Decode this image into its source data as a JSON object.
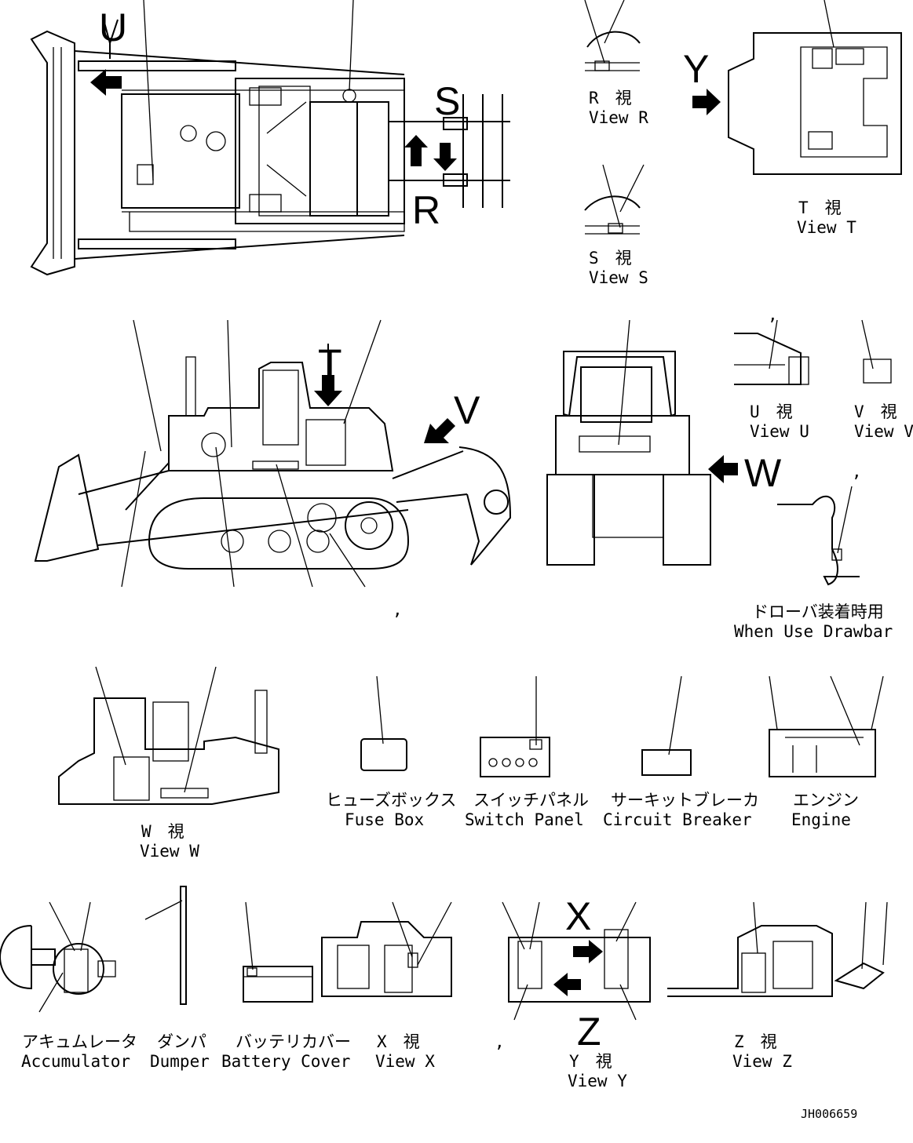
{
  "view_letters": {
    "u": "U",
    "s": "S",
    "r": "R",
    "y": "Y",
    "t": "T",
    "v": "V",
    "w": "W",
    "x": "X",
    "z": "Z"
  },
  "views": {
    "r": {
      "jp": "R　視",
      "en": "View R"
    },
    "t": {
      "jp": "T　視",
      "en": "View T"
    },
    "s": {
      "jp": "S　視",
      "en": "View S"
    },
    "u": {
      "jp": "U　視",
      "en": "View U"
    },
    "v": {
      "jp": "V　視",
      "en": "View V"
    },
    "w": {
      "jp": "W　視",
      "en": "View W"
    },
    "x": {
      "jp": "X　視",
      "en": "View X"
    },
    "y": {
      "jp": "Y　視",
      "en": "View Y"
    },
    "z": {
      "jp": "Z　視",
      "en": "View Z"
    }
  },
  "components": {
    "drawbar": {
      "jp": "ドローバ装着時用",
      "en": "When Use Drawbar"
    },
    "fuse_box": {
      "jp": "ヒューズボックス",
      "en": "Fuse Box"
    },
    "switch_panel": {
      "jp": "スイッチパネル",
      "en": "Switch Panel"
    },
    "circuit_breaker": {
      "jp": "サーキットブレーカ",
      "en": "Circuit Breaker"
    },
    "engine": {
      "jp": "エンジン",
      "en": "Engine"
    },
    "accumulator": {
      "jp": "アキュムレータ",
      "en": "Accumulator"
    },
    "dumper": {
      "jp": "ダンパ",
      "en": "Dumper"
    },
    "battery_cover": {
      "jp": "バッテリカバー",
      "en": "Battery Cover"
    }
  },
  "marks": {
    "comma": ","
  },
  "drawing_number": "JH006659"
}
